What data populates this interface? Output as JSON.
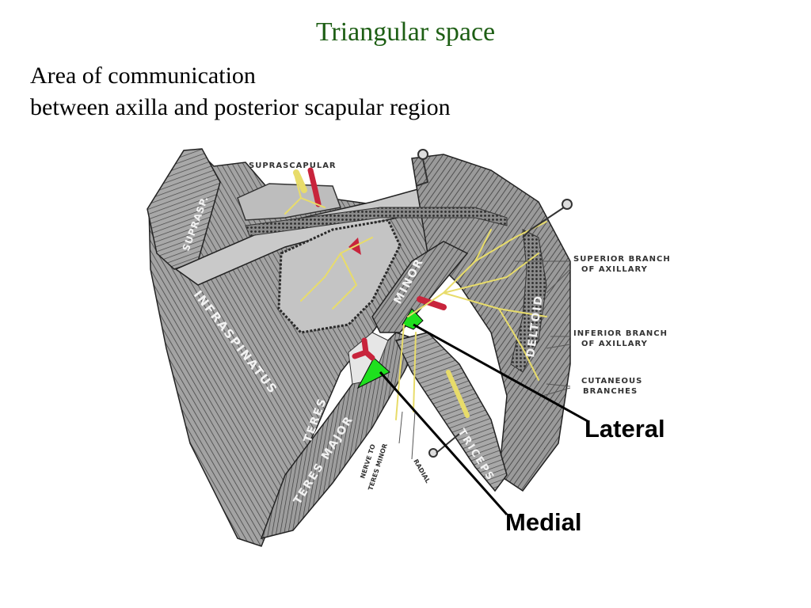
{
  "slide": {
    "title": "Triangular space",
    "subtitle_lines": [
      "Area of communication",
      "between axilla and posterior scapular region"
    ]
  },
  "diagram": {
    "muscle_labels": {
      "suprasp": "SUPRASP.",
      "infraspinatus": "INFRASPINATUS",
      "teres_upper": "TERES",
      "minor": "MINOR",
      "teres_major": "TERES MAJOR",
      "deltoid": "DELTOID",
      "triceps": "TRICEPS"
    },
    "nerve_labels": {
      "suprascapular": "SUPRASCAPULAR",
      "superior_branch_1": "SUPERIOR BRANCH",
      "superior_branch_2": "OF AXILLARY",
      "inferior_branch_1": "INFERIOR BRANCH",
      "inferior_branch_2": "OF AXILLARY",
      "cutaneous_1": "CUTANEOUS",
      "cutaneous_2": "BRANCHES",
      "nerve_to_1": "NERVE TO",
      "nerve_to_2": "TERES MINOR",
      "radial": "RADIAL"
    },
    "callouts": {
      "lateral": "Lateral",
      "medial": "Medial"
    },
    "colors": {
      "title": "#1d5e14",
      "highlight": "#1ee01e",
      "artery": "#c8243c",
      "nerve": "#e8dc6a",
      "muscle": "#8c8c8c"
    }
  }
}
